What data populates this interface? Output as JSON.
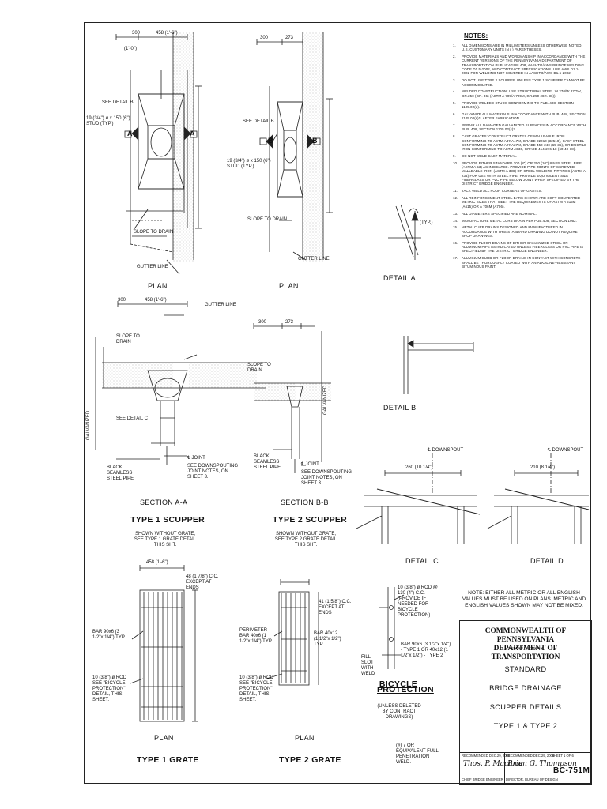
{
  "notes_title": "NOTES:",
  "notes": [
    {
      "num": "1.",
      "text": "ALL DIMENSIONS ARE IN MILLIMETERS UNLESS OTHERWISE NOTED. U.S. CUSTOMARY UNITS IN ( ) PARENTHESES."
    },
    {
      "num": "2.",
      "text": "PROVIDE MATERIALS AND WORKMANSHIP IN ACCORDANCE WITH THE CURRENT VERSIONS OF THE PENNSYLVANIA DEPARTMENT OF TRANSPORTATION PUBLICATION 408, AASHTO/AWS BRIDGE WELDING CODE D1.5-2002, AND CONTRACT SPECIFICATIONS. USE AWS D1.1-2002 FOR WELDING NOT COVERED IN AASHTO/AWS D1.5-2002."
    },
    {
      "num": "3.",
      "text": "DO NOT USE TYPE 2 SCUPPER UNLESS TYPE 1 SCUPPER CANNOT BE ACCOMMODATED."
    },
    {
      "num": "4.",
      "text": "WELDED CONSTRUCTION: USE STRUCTURAL STEEL W 270/W 27OW, GR.250 (GR. 36) (ASTM A 709/A 709M, GR.250 (GR. 36))."
    },
    {
      "num": "5.",
      "text": "PROVIDE WELDED STUDS CONFORMING TO PUB. 408, SECTION 1105.02(e)."
    },
    {
      "num": "6.",
      "text": "GALVANIZE ALL MATERIALS IN ACCORDANCE WITH PUB. 408, SECTION 1105.02(s)1, AFTER FABRICATION."
    },
    {
      "num": "7.",
      "text": "REPAIR ALL DAMAGED GALVANIZED SURFACES IN ACCORDANCE WITH PUB. 408, SECTION 1105.02(s)2."
    },
    {
      "num": "8.",
      "text": "CAST GRATES: CONSTRUCT GRATES OF MALLEABLE IRON CONFORMING TO ASTM A47/A47M, GRADE 22010 (32510), CAST STEEL CONFORMING TO ASTM A27/A27M, GRADE 450-240 (65-35), OR DUCTILE IRON CONFORMING TO ASTM A536, GRADE 414-276-18 (60-40-18)."
    },
    {
      "num": "9.",
      "text": "DO NOT WELD CAST MATERIAL."
    },
    {
      "num": "10.",
      "text": "PROVIDE EITHER STANDARD 200 (8\") OR 250 (10\") # NPS STEEL PIPE (ASTM A 53) AS INDICATED. PROVIDE PIPE JOINTS OF SCREWED MALLEABLE IRON (ASTM A 338) OR STEEL WELDING FITTINGS (ASTM A 234) FOR USE WITH STEEL PIPE. PROVIDE EQUIVALENT SIZE FIBERGLASS OR PVC PIPE BELOW JOINT WHEN SPECIFIED BY THE DISTRICT BRIDGE ENGINEER."
    },
    {
      "num": "11.",
      "text": "TACK WELD ALL FOUR CORNERS OF GRATES."
    },
    {
      "num": "12.",
      "text": "ALL REINFORCEMENT STEEL BARS SHOWN ARE SOFT CONVERTED METRIC SIZES THAT MEET THE REQUIREMENTS OF ASTM A 615M (A615) OR A 706M (A706)."
    },
    {
      "num": "13.",
      "text": "ALL DIAMETERS SPECIFIED ARE NOMINAL."
    },
    {
      "num": "14.",
      "text": "MANUFACTURE METAL CURB DRAIN PER PUB.408, SECTION 1052."
    },
    {
      "num": "15.",
      "text": "METAL CURB DRAINS DESIGNED AND MANUFACTURED IN ACCORDANCE WITH THIS STANDARD DRAWING DO NOT REQUIRE SHOP DRAWINGS."
    },
    {
      "num": "16.",
      "text": "PROVIDE FLOOR DRAINS OF EITHER GALVANIZED STEEL OR ALUMINUM PIPE AS INDICATED UNLESS FIBERGLASS OR PVC PIPE IS SPECIFIED BY THE DISTRICT BRIDGE ENGINEER."
    },
    {
      "num": "17.",
      "text": "ALUMINUM CURB OR FLOOR DRAINS IN CONTACT WITH CONCRETE SHALL BE THOROUGHLY COATED WITH AN ALKALINE-RESISTANT BITUMINOUS PAINT."
    }
  ],
  "unit_note": "NOTE: EITHER ALL METRIC OR ALL ENGLISH VALUES MUST BE USED ON PLANS. METRIC AND ENGLISH VALUES SHOWN MAY NOT BE MIXED.",
  "title_block": {
    "agency_line1": "COMMONWEALTH OF PENNSYLVANIA",
    "agency_line2": "DEPARTMENT OF TRANSPORTATION",
    "bureau": "BUREAU OF DESIGN",
    "title_lines": [
      "STANDARD",
      "BRIDGE DRAINAGE",
      "SCUPPER DETAILS",
      "TYPE 1 & TYPE 2"
    ],
    "recommended_1": "RECOMMENDED DEC.29, 2008",
    "recommended_2": "RECOMMENDED DEC.29, 2008",
    "sheet": "SHEET 1 OF 6",
    "role_1": "CHIEF BRIDGE ENGINEER",
    "role_2": "DIRECTOR, BUREAU OF DESIGN",
    "drawing_number": "BC-751M",
    "signature_1": "Thos. P. Macioce",
    "signature_2": "Brian G. Thompson"
  },
  "drawing_labels": {
    "plan": "PLAN",
    "detail_a": "DETAIL A",
    "detail_b": "DETAIL B",
    "detail_c": "DETAIL C",
    "detail_d": "DETAIL D",
    "section_aa": "SECTION A-A",
    "section_bb": "SECTION B-B",
    "type1_scupper": "TYPE 1 SCUPPER",
    "type2_scupper": "TYPE 2 SCUPPER",
    "type1_sub": "SHOWN WITHOUT GRATE, SEE TYPE 1 GRATE DETAIL THIS SHT.",
    "type2_sub": "SHOWN WITHOUT GRATE, SEE TYPE 2 GRATE DETAIL THIS SHT.",
    "type1_grate": "TYPE 1 GRATE",
    "type2_grate": "TYPE 2 GRATE",
    "bicycle_protection": "BICYCLE PROTECTION",
    "bicycle_sub": "(UNLESS DELETED BY CONTRACT DRAWINGS)",
    "weld_note": "(#) 7 OR EQUIVALENT FULL PENETRATION WELD."
  },
  "callouts": {
    "see_detail_b": "SEE DETAIL B",
    "stud": "19 (3/4\") ø x 150 (6\") STUD (TYP.)",
    "slope_to_drain": "SLOPE TO DRAIN",
    "gutter_line": "GUTTER LINE",
    "dim_300": "300",
    "dim_458": "458 (1'-6\")",
    "dim_273": "273",
    "dim_1ft": "(1'-0\")",
    "dim_260": "260 (10 1/4\")",
    "dim_210": "210 (8 1/4\")",
    "downspout": "℄ DOWNSPOUT",
    "black_seamless": "BLACK SEAMLESS STEEL PIPE",
    "joint": "℄ JOINT",
    "see_downspouting": "SEE DOWNSPOUTING JOINT NOTES, ON SHEET 3.",
    "galvanized": "GALVANIZED",
    "typ": "(TYP.)",
    "bar_90x6": "BAR 90x6 (3 1/2\"x 1/4\") TYP.",
    "rod_10": "10 (3/8\") ø ROD SEE \"BICYCLE PROTECTION\" DETAIL, THIS SHEET.",
    "perimeter_bar": "PERIMETER BAR 40x6 (1 1/2\"x 1/4\") TYP.",
    "bar_40x12": "BAR 40x12 (1 1/2\"x 1/2\") TYP.",
    "cc_48": "48 (1 7/8\") C.C. EXCEPT AT ENDS",
    "cc_41": "41 (1 5/8\") C.C. EXCEPT AT ENDS",
    "fill_slot": "FILL SLOT WITH WELD",
    "bike_rod": "10 (3/8\") ø ROD @ 130 (4\") C.C. (PROVIDE IF NEEDED FOR BICYCLE PROTECTION)",
    "bar_bike": "BAR 90x6 (3 1/2\"x 1/4\") - TYPE 1 OR 40x12 (1 1/2\"x 1/2\") - TYPE 2"
  }
}
